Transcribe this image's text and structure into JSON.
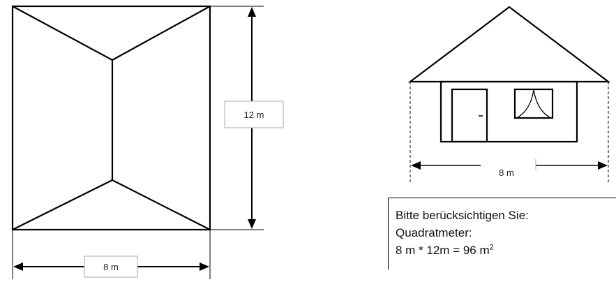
{
  "floor_plan": {
    "height_label": "12 m",
    "width_label": "8 m"
  },
  "house_elevation": {
    "width_label": "8 m"
  },
  "note": {
    "line1": "Bitte berücksichtigen Sie:",
    "line2": "Quadratmeter:",
    "line3_prefix": "8 m * 12m = 96 m",
    "line3_superscript": "2"
  },
  "colors": {
    "stroke": "#000000",
    "background": "#ffffff",
    "label_border": "#aaaaaa"
  }
}
